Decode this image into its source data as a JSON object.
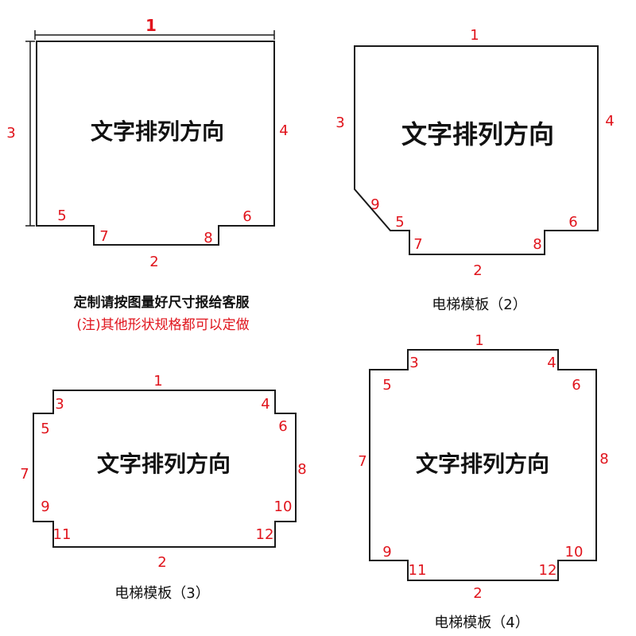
{
  "colors": {
    "accent": "#e0141c",
    "stroke": "#1a1a1a",
    "text": "#111111",
    "background": "#ffffff"
  },
  "center_text": "文字排列方向",
  "notes": {
    "line1": "定制请按图量好尺寸报给客服",
    "line2": "(注)其他形状规格都可以定做"
  },
  "templates": [
    {
      "caption": "",
      "labels": [
        "1",
        "2",
        "3",
        "4",
        "5",
        "6",
        "7",
        "8"
      ]
    },
    {
      "caption": "电梯模板（2）",
      "labels": [
        "1",
        "2",
        "3",
        "4",
        "5",
        "6",
        "7",
        "8",
        "9"
      ]
    },
    {
      "caption": "电梯模板（3）",
      "labels": [
        "1",
        "2",
        "3",
        "4",
        "5",
        "6",
        "7",
        "8",
        "9",
        "10",
        "11",
        "12"
      ]
    },
    {
      "caption": "电梯模板（4）",
      "labels": [
        "1",
        "2",
        "3",
        "4",
        "5",
        "6",
        "7",
        "8",
        "9",
        "10",
        "11",
        "12"
      ]
    }
  ]
}
